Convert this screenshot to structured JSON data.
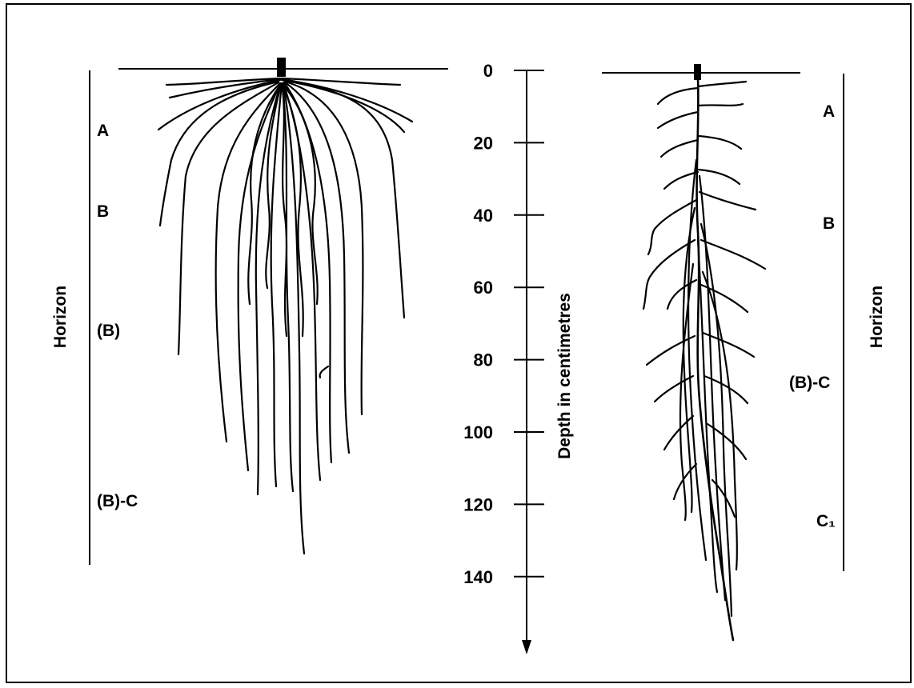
{
  "axis": {
    "label": "Depth in centimetres",
    "ticks": [
      "0",
      "20",
      "40",
      "60",
      "80",
      "100",
      "120",
      "140"
    ]
  },
  "left_profile": {
    "side_label": "Horizon",
    "horizons": [
      "A",
      "B",
      "(B)",
      "(B)-C"
    ]
  },
  "right_profile": {
    "side_label": "Horizon",
    "horizons": [
      "A",
      "B",
      "(B)-C",
      "C₁"
    ]
  }
}
